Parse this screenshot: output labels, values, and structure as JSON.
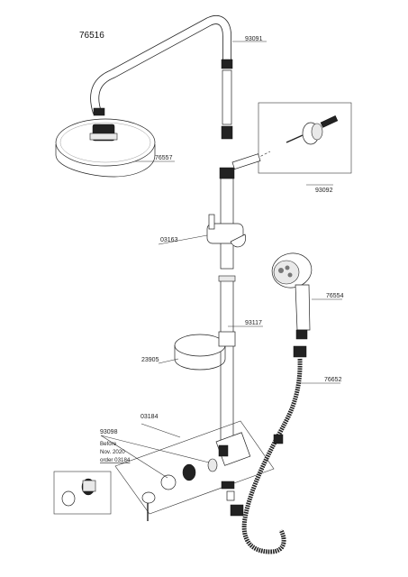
{
  "title": "76516",
  "part_numbers": {
    "shower_arm": "93091",
    "wall_bracket": "93092",
    "head_shower": "76557",
    "slider": "03163",
    "hand_shower": "76554",
    "riser_pipe": "93117",
    "shelf_ring": "23905",
    "hose": "76652",
    "diverter_set": "03184",
    "cartridge": "93098"
  },
  "note": {
    "line1": "Before",
    "line2": "Nov. 2020",
    "line3": "order 03184"
  }
}
